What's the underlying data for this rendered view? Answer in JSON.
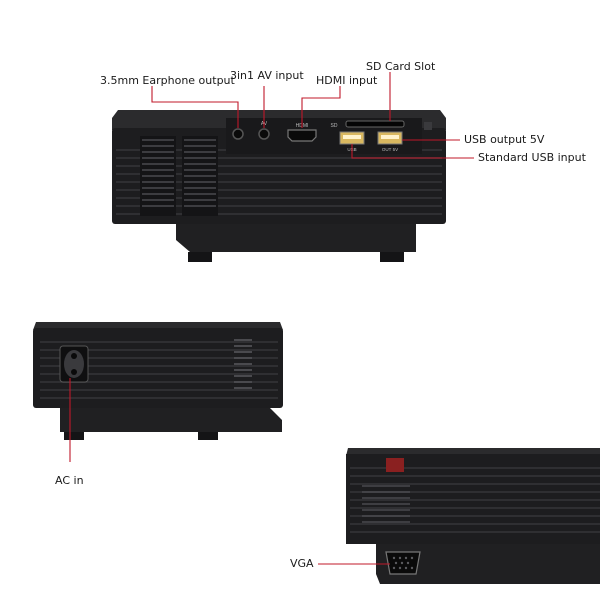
{
  "callouts": {
    "earphone": "3.5mm Earphone output",
    "av": "3in1 AV input",
    "hdmi": "HDMI input",
    "sd": "SD Card Slot",
    "usb_out": "USB output 5V",
    "usb_in": "Standard USB input",
    "ac": "AC in",
    "vga": "VGA"
  },
  "port_labels": {
    "hdmi": "HDMI",
    "sd": "SD",
    "av": "AV",
    "usb": "USB",
    "usb_out": "OUT 5V"
  },
  "colors": {
    "body": "#1c1c1e",
    "body_top": "#2a2a2c",
    "vent": "#3a3a3d",
    "callout_line": "#c0182a",
    "usb_port": "#e6c46a",
    "lens_ring": "#8a2020"
  }
}
